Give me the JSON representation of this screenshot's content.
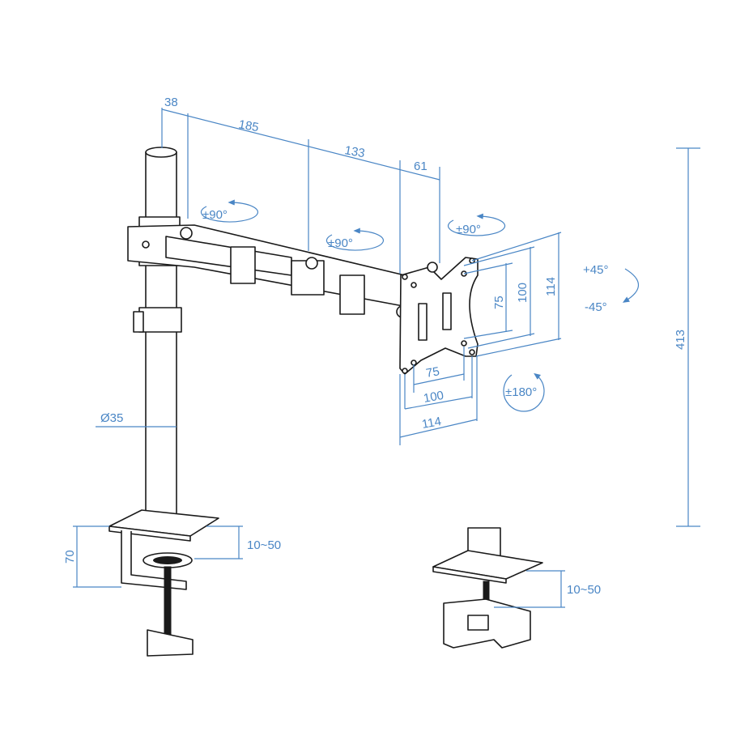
{
  "colors": {
    "dimension": "#4a86c5",
    "outline": "#1a1a1a"
  },
  "arm_dimensions": {
    "d1": "38",
    "d2": "185",
    "d3": "133",
    "d4": "61"
  },
  "rotation": {
    "swivel1": "±90°",
    "swivel2": "±90°",
    "swivel3": "±90°",
    "tilt_up": "+45°",
    "tilt_down": "-45°",
    "rotate": "±180°"
  },
  "height": "413",
  "pole_diameter": "Ø35",
  "clamp": {
    "height": "70",
    "desk_left": "10~50",
    "desk_right": "10~50"
  },
  "vesa_vertical": {
    "v75": "75",
    "v100": "100",
    "v114": "114"
  },
  "vesa_horizontal": {
    "h75": "75",
    "h100": "100",
    "h114": "114"
  }
}
